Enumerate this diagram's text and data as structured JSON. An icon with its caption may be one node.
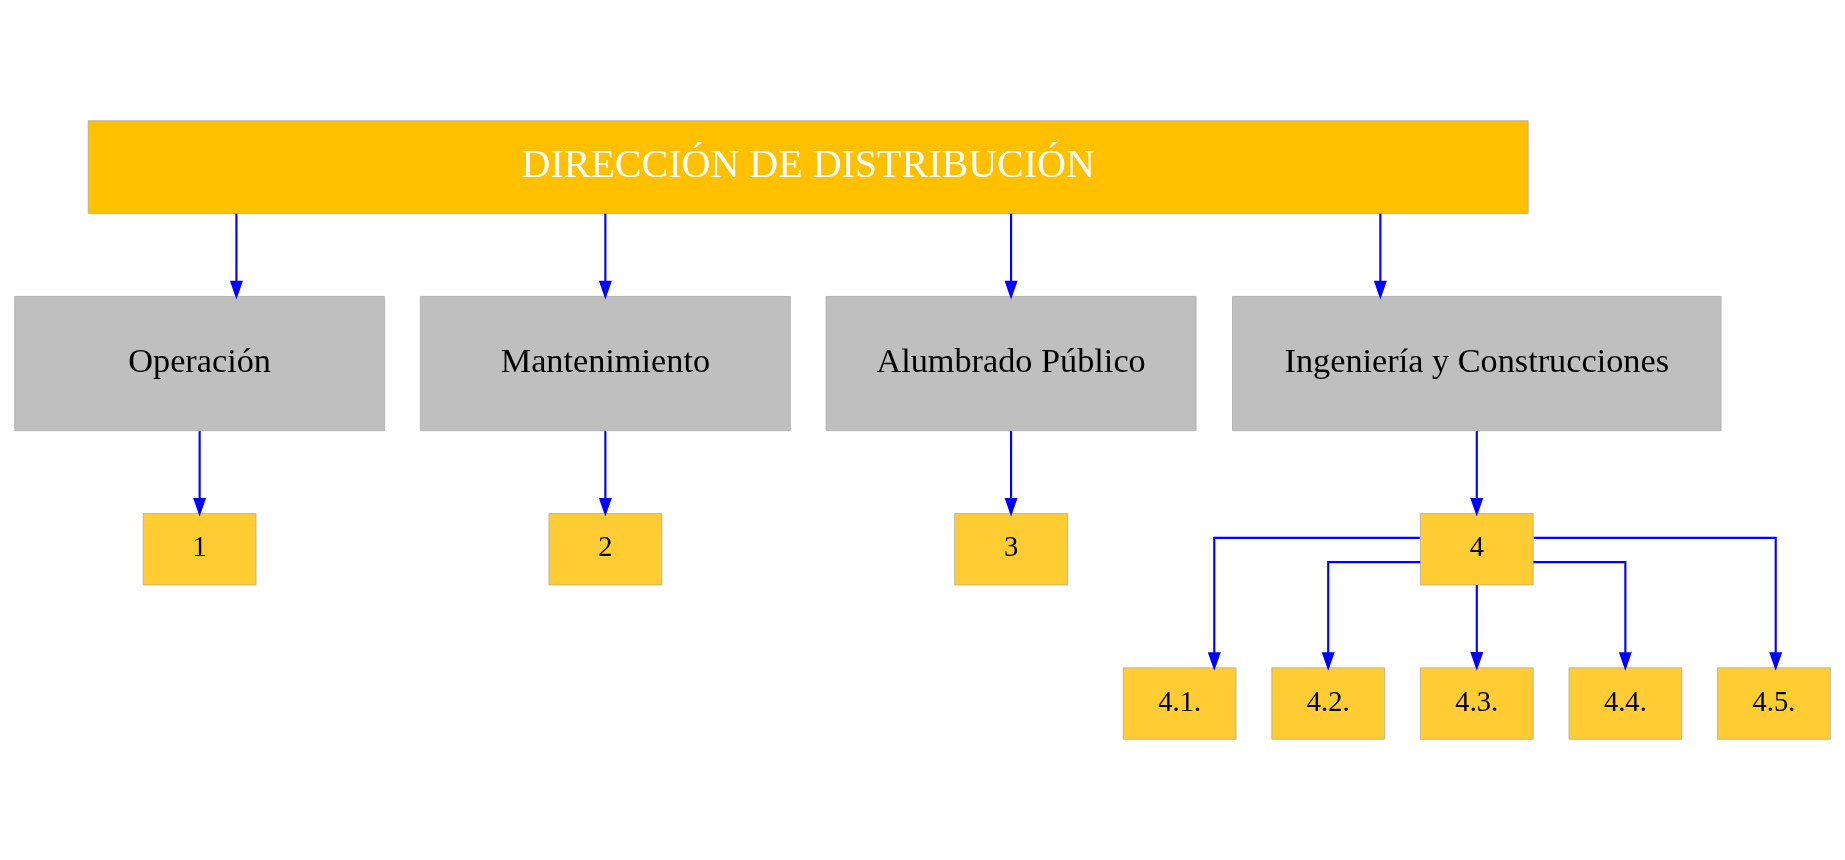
{
  "diagram": {
    "nodes": [
      {
        "text": [
          "DIRECCIÓN DE DISTRIBUCIÓN"
        ]
      },
      {
        "text": [
          "Operación"
        ]
      },
      {
        "text": [
          "Mantenimiento"
        ]
      },
      {
        "text": [
          "Alumbrado Público"
        ]
      },
      {
        "text": [
          "Ingeniería y Construcciones"
        ]
      },
      {
        "text": [
          "1"
        ]
      },
      {
        "text": [
          "2"
        ]
      },
      {
        "text": [
          "3"
        ]
      },
      {
        "text": [
          "4"
        ]
      },
      {
        "text": [
          "4.1."
        ]
      },
      {
        "text": [
          "4.2."
        ]
      },
      {
        "text": [
          "4.3."
        ]
      },
      {
        "text": [
          "4.4."
        ]
      },
      {
        "text": [
          "4.5."
        ]
      }
    ],
    "edges": [
      {
        "from": 0,
        "to": 1,
        "arrow": "to"
      },
      {
        "from": 0,
        "to": 2,
        "arrow": "to"
      },
      {
        "from": 0,
        "to": 3,
        "arrow": "to"
      },
      {
        "from": 0,
        "to": 4,
        "arrow": "to"
      },
      {
        "from": 1,
        "to": 5,
        "arrow": "to"
      },
      {
        "from": 2,
        "to": 6,
        "arrow": "to"
      },
      {
        "from": 3,
        "to": 7,
        "arrow": "to"
      },
      {
        "from": 4,
        "to": 8,
        "arrow": "to"
      },
      {
        "from": 8,
        "to": 9,
        "arrow": "to"
      },
      {
        "from": 8,
        "to": 10,
        "arrow": "to"
      },
      {
        "from": 8,
        "to": 11,
        "arrow": "to"
      },
      {
        "from": 8,
        "to": 12,
        "arrow": "to"
      },
      {
        "from": 8,
        "to": 13,
        "arrow": "to"
      }
    ]
  }
}
